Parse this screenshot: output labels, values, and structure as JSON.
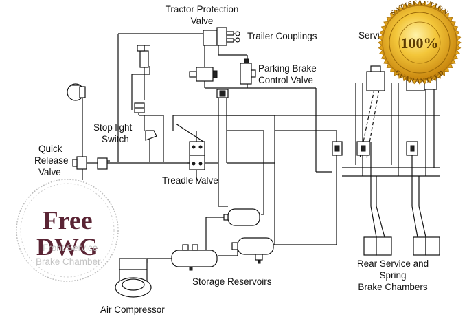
{
  "labels": {
    "tractor_protection_valve": [
      "Tractor Protection",
      "Valve"
    ],
    "trailer_couplings": "Trailer Couplings",
    "parking_brake_control_valve": [
      "Parking Brake",
      "Control Valve"
    ],
    "stop_light_switch": [
      "Stop light",
      "Switch"
    ],
    "quick_release_valve": [
      "Quick",
      "Release",
      "Valve"
    ],
    "treadle_valve": "Treadle Valve",
    "storage_reservoirs": "Storage Reservoirs",
    "air_compressor": "Air Compressor",
    "rear_service_spring_brake_chambers": [
      "Rear Service and",
      "Spring",
      "Brake Chambers"
    ],
    "front_service_brake_chamber": [
      "Front Service",
      "Brake Chamber"
    ],
    "service_partial": "Servi"
  },
  "seal": {
    "top_text": "SATISFACTION",
    "center_text": "100%",
    "bottom_text": "GUARANTEED",
    "color": "#e0a21a"
  },
  "watermark": {
    "line1": "Free",
    "line2": "DWG",
    "color": "#5a2434"
  }
}
